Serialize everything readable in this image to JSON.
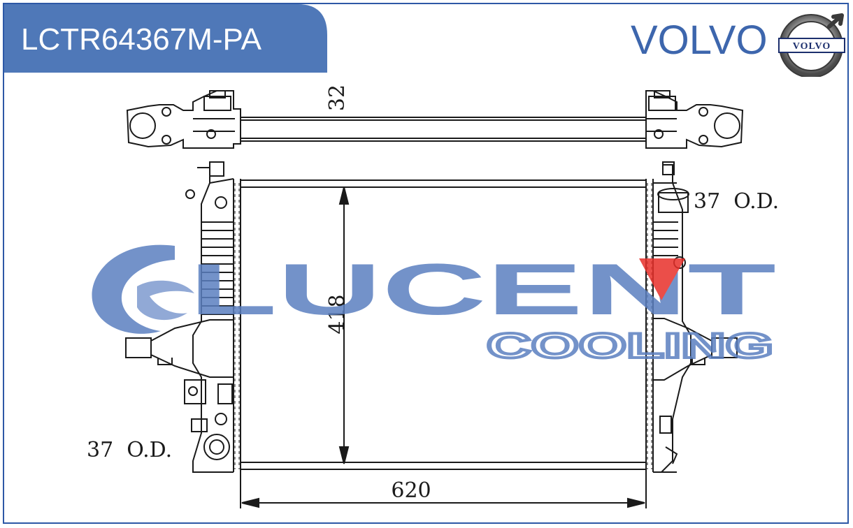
{
  "header": {
    "part_number": "LCTR64367M-PA",
    "brand_name": "VOLVO",
    "brand_logo_text": "VOLVO"
  },
  "watermark": {
    "word": "LUCENT",
    "subword": "COOLING"
  },
  "dimensions": {
    "thickness": "32",
    "height": "418",
    "width": "620",
    "inlet_od": "37  O.D.",
    "outlet_od": "37  O.D."
  },
  "colors": {
    "tab_blue": "#4f78b8",
    "frame_blue": "#2d58a6",
    "brand_blue": "#3d66ad",
    "watermark_blue": "#5b7fc0",
    "watermark_red": "#e8302a"
  }
}
